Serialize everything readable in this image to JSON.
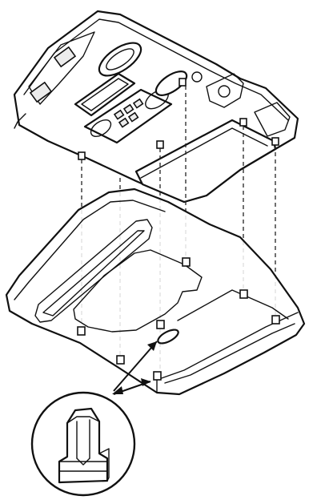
{
  "diagram": {
    "type": "exploded-assembly-illustration",
    "components": [
      {
        "id": "upper-console-assembly",
        "icon": "console-housing-icon"
      },
      {
        "id": "lower-console-panel",
        "icon": "console-panel-icon"
      },
      {
        "id": "retaining-clip-detail",
        "icon": "clip-detail-icon"
      }
    ],
    "alignment_guides": 5,
    "clips_on_panel": 7,
    "callout_arrows": 2,
    "text_labels": []
  }
}
